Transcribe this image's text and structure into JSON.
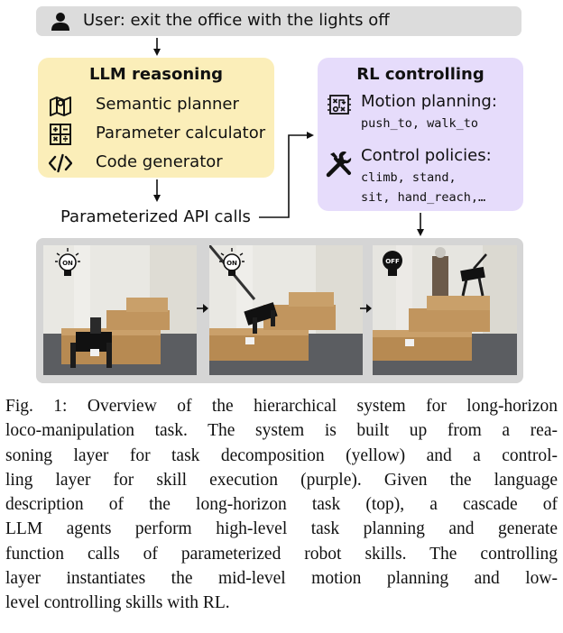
{
  "user": {
    "text": "User: exit the office with the lights off",
    "icon": "user-icon"
  },
  "llm": {
    "title": "LLM reasoning",
    "items": [
      {
        "label": "Semantic planner",
        "icon": "map-icon"
      },
      {
        "label": "Parameter calculator",
        "icon": "calculator-icon"
      },
      {
        "label": "Code generator",
        "icon": "code-icon"
      }
    ],
    "color": "#fbeeb9"
  },
  "rl": {
    "title": "RL controlling",
    "motion": {
      "label": "Motion planning:",
      "skills_line1": "push_to, walk_to",
      "icon": "planning-icon"
    },
    "control": {
      "label": "Control policies:",
      "skills_line1": "climb, stand,",
      "skills_line2": "sit, hand_reach,…",
      "icon": "tools-icon"
    },
    "color": "#e6dcfb"
  },
  "api": {
    "text": "Parameterized API calls"
  },
  "photos": [
    {
      "badge": "ON",
      "bulb": "light-bulb-on-icon"
    },
    {
      "badge": "ON",
      "bulb": "light-bulb-on-icon"
    },
    {
      "badge": "OFF",
      "bulb": "light-bulb-off-icon"
    }
  ],
  "caption": "Fig. 1: Overview of the hierarchical system for long-horizon loco-manipulation task. The system is built up from a reasoning layer for task decomposition (yellow) and a controlling layer for skill execution (purple). Given the language description of the long-horizon task (top), a cascade of LLM agents perform high-level task planning and generate function calls of parameterized robot skills. The controlling layer instantiates the mid-level motion planning and low-level controlling skills with RL.",
  "caption_lines": [
    "Fig. 1: Overview of the hierarchical system for long-horizon",
    "loco-manipulation task. The system is built up from a rea-",
    "soning layer for task decomposition (yellow) and a control-",
    "ling layer for skill execution (purple). Given the language",
    "description of the long-horizon task (top), a cascade of",
    "LLM agents perform high-level task planning and generate",
    "function calls of parameterized robot skills. The controlling",
    "layer instantiates the mid-level motion planning and low-",
    "level controlling skills with RL."
  ]
}
